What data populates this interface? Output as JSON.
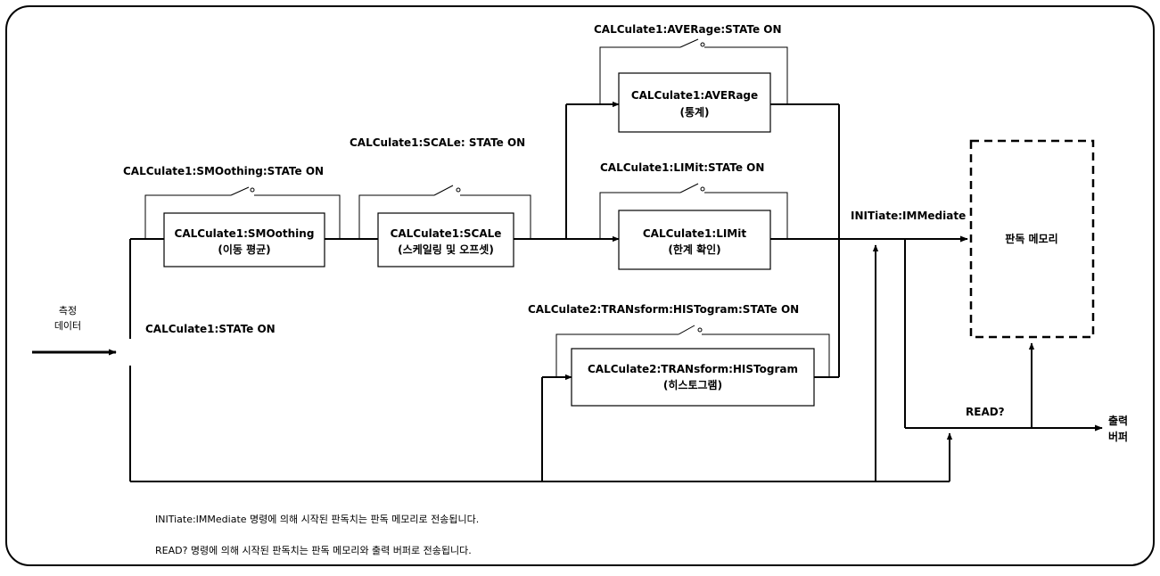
{
  "input": {
    "line1": "측정",
    "line2": "데이터"
  },
  "calc_state": "CALCulate1:STATe ON",
  "smoothing": {
    "switch_label": "CALCulate1:SMOothing:STATe ON",
    "name": "CALCulate1:SMOothing",
    "desc": "(이동 평균)"
  },
  "scale": {
    "switch_label": "CALCulate1:SCALe: STATe ON",
    "name": "CALCulate1:SCALe",
    "desc": "(스케일링 및 오프셋)"
  },
  "average": {
    "switch_label": "CALCulate1:AVERage:STATe ON",
    "name": "CALCulate1:AVERage",
    "desc": "(통계)"
  },
  "limit": {
    "switch_label": "CALCulate1:LIMit:STATe ON",
    "name": "CALCulate1:LIMit",
    "desc": "(한계 확인)"
  },
  "histogram": {
    "switch_label": "CALCulate2:TRANsform:HISTogram:STATe ON",
    "name": "CALCulate2:TRANsform:HISTogram",
    "desc": "(히스토그램)"
  },
  "initiate_label": "INITiate:IMMediate",
  "reading_memory": "판독 메모리",
  "read_label": "READ?",
  "output": {
    "line1": "출력",
    "line2": "버퍼"
  },
  "notes": {
    "note1": "INITiate:IMMediate 명령에 의해 시작된 판독치는 판독 메모리로 전송됩니다.",
    "note2": "READ? 명령에 의해 시작된 판독치는 판독 메모리와 출력 버퍼로 전송됩니다."
  }
}
